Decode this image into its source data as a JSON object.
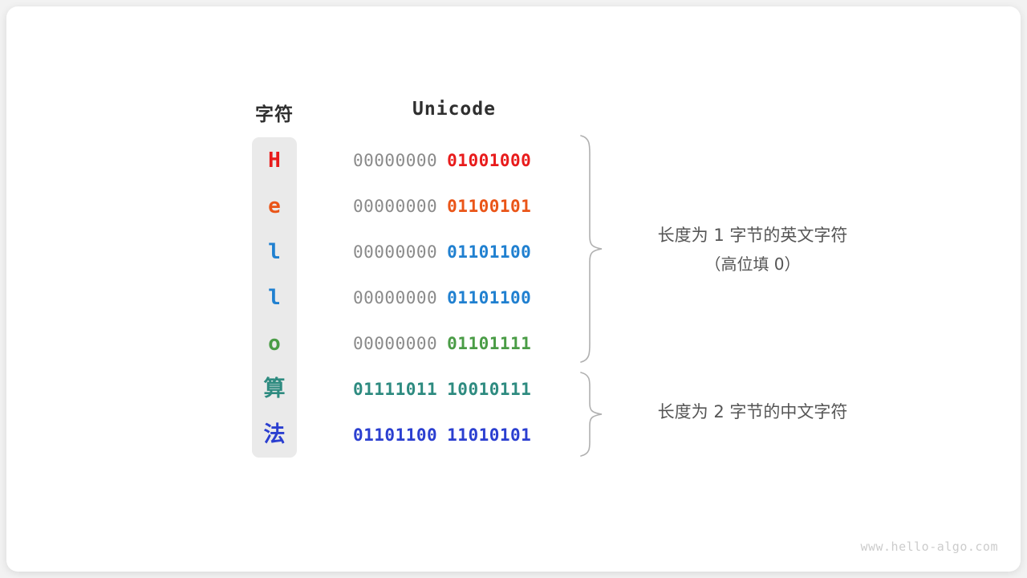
{
  "headers": {
    "character": "字符",
    "unicode": "Unicode"
  },
  "colors": {
    "char_box_bg": "#eaeaea",
    "high_byte_gray": "#8a8a8a",
    "red": "#e81b1b",
    "orange": "#ea5518",
    "blue": "#2080d0",
    "green": "#4a9c46",
    "teal": "#2e8b80",
    "indigo": "#2b3fd0",
    "annotation_text": "#555555",
    "watermark": "#cccccc"
  },
  "rows": [
    {
      "char": "H",
      "char_color": "#e81b1b",
      "is_cjk": false,
      "high_byte": "00000000",
      "low_byte": "01001000",
      "high_byte_color": "#8a8a8a",
      "low_byte_color": "#e81b1b"
    },
    {
      "char": "e",
      "char_color": "#ea5518",
      "is_cjk": false,
      "high_byte": "00000000",
      "low_byte": "01100101",
      "high_byte_color": "#8a8a8a",
      "low_byte_color": "#ea5518"
    },
    {
      "char": "l",
      "char_color": "#2080d0",
      "is_cjk": false,
      "high_byte": "00000000",
      "low_byte": "01101100",
      "high_byte_color": "#8a8a8a",
      "low_byte_color": "#2080d0"
    },
    {
      "char": "l",
      "char_color": "#2080d0",
      "is_cjk": false,
      "high_byte": "00000000",
      "low_byte": "01101100",
      "high_byte_color": "#8a8a8a",
      "low_byte_color": "#2080d0"
    },
    {
      "char": "o",
      "char_color": "#4a9c46",
      "is_cjk": false,
      "high_byte": "00000000",
      "low_byte": "01101111",
      "high_byte_color": "#8a8a8a",
      "low_byte_color": "#4a9c46"
    },
    {
      "char": "算",
      "char_color": "#2e8b80",
      "is_cjk": true,
      "high_byte": "01111011",
      "low_byte": "10010111",
      "high_byte_color": "#2e8b80",
      "low_byte_color": "#2e8b80"
    },
    {
      "char": "法",
      "char_color": "#2b3fd0",
      "is_cjk": true,
      "high_byte": "01101100",
      "low_byte": "11010101",
      "high_byte_color": "#2b3fd0",
      "low_byte_color": "#2b3fd0"
    }
  ],
  "annotations": [
    {
      "main": "长度为 1 字节的英文字符",
      "sub": "（高位填 0）"
    },
    {
      "main": "长度为 2 字节的中文字符",
      "sub": ""
    }
  ],
  "watermark": "www.hello-algo.com"
}
